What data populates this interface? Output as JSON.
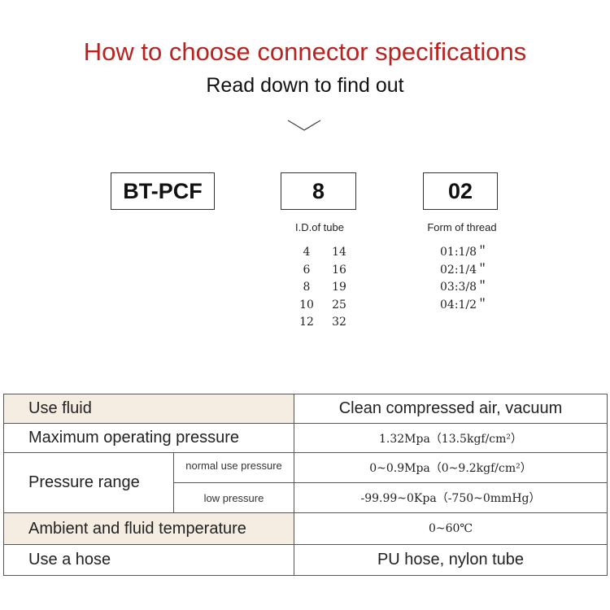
{
  "header": {
    "title": "How to choose connector specifications",
    "subtitle": "Read down to find out",
    "scroll_icon": "chevron-down-icon"
  },
  "codes": {
    "model": "BT-PCF",
    "tube": "8",
    "thread": "02"
  },
  "labels": {
    "tube": "I.D.of tube",
    "thread": "Form of thread"
  },
  "tube_sizes": [
    [
      "4",
      "14"
    ],
    [
      "6",
      "16"
    ],
    [
      "8",
      "19"
    ],
    [
      "10",
      "25"
    ],
    [
      "12",
      "32"
    ]
  ],
  "thread_sizes": [
    "01:1/8＂",
    "02:1/4＂",
    "03:3/8＂",
    "04:1/2＂"
  ],
  "spec_table": {
    "use_fluid": {
      "label": "Use fluid",
      "value": "Clean compressed air, vacuum"
    },
    "max_pressure": {
      "label": "Maximum operating pressure",
      "value": "1.32Mpa（13.5kgf/cm²）"
    },
    "pressure_range": {
      "label": "Pressure range",
      "normal_label": "normal use pressure",
      "normal_value": "0~0.9Mpa（0~9.2kgf/cm²）",
      "low_label": "low pressure",
      "low_value": "-99.99~0Kpa（-750~0mmHg）"
    },
    "temperature": {
      "label": "Ambient and fluid temperature",
      "value": "0~60℃"
    },
    "hose": {
      "label": "Use a hose",
      "value": "PU hose, nylon tube"
    }
  }
}
